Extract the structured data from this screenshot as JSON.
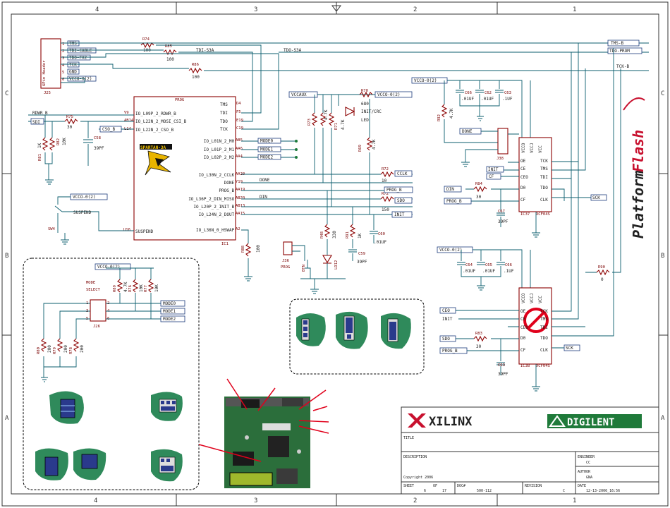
{
  "border": {
    "cols_top": [
      "4",
      "3",
      "2",
      "1"
    ],
    "cols_bottom": [
      "4",
      "3",
      "2",
      "1"
    ],
    "rows_left": [
      "C",
      "B",
      "A"
    ],
    "rows_right": [
      "C",
      "B",
      "A"
    ]
  },
  "j25": {
    "ref": "J25",
    "type": "6Pin Header",
    "pins": [
      "1",
      "2",
      "3",
      "4",
      "5",
      "6"
    ],
    "nets": [
      "TMS",
      "TDI-CABLE",
      "TDO-FX2",
      "TCK",
      "GND",
      "VCCO-0(2)"
    ]
  },
  "resistors_top": [
    {
      "ref": "R74",
      "val": "100"
    },
    {
      "ref": "R85",
      "val": "100"
    },
    {
      "ref": "R86",
      "val": "100"
    }
  ],
  "top_nets": {
    "tdi_s3a": "TDI-S3A",
    "tdo_s3a": "TDO-S3A"
  },
  "right_nets": [
    "TMS-B",
    "TDO-PROM",
    "TCK-B"
  ],
  "prog_ic": {
    "title": "PROG",
    "right_pins": [
      "TMS",
      "TDI",
      "TDO",
      "TCK"
    ],
    "right_nums": [
      "D4",
      "F5",
      "E19",
      "C19"
    ],
    "left_pins": [
      "IO_L09P_2_RDWR_B",
      "IO_L22N_2_MOSI_CSI_B",
      "IO_L22N_2_CSO_B"
    ],
    "left_nums": [
      "V9",
      "AB14",
      "L14"
    ],
    "io_pins": [
      "IO_L01N_2_M0",
      "IO_L01P_2_M1",
      "IO_L02P_2_M2",
      "IO_L30N_2_CCLK",
      "DONE",
      "PROG_B",
      "IO_L36P_2_DIN_MISO",
      "IO_L20P_2_INIT_B",
      "IO_L24N_2_DOUT",
      "IO_L36N_0_HSWAP"
    ],
    "io_nums": [
      "AB5",
      "AA6",
      "AA4",
      "AA20",
      "Y19",
      "AA19",
      "AB20",
      "AB13",
      "AA15",
      "A2"
    ],
    "suspend": "SUSPEND",
    "suspend_num": "U16",
    "ic_ref": "IC1",
    "logo": "SPARTAN-3A"
  },
  "left_section": {
    "rdwr_b": "RDWR_B",
    "sdi": "SDI",
    "r75": "R75",
    "r75v": "30",
    "r81": "R81",
    "r82": "R82",
    "r81v": "1K",
    "r82v": "10K",
    "c58": "C58",
    "c58v": "39PF",
    "cso_b": "CSO_B",
    "vcco02": "VCCO-0(2)",
    "suspend": "SUSPEND",
    "sw": "SW4"
  },
  "mode_section": {
    "vcco": "VCCO-0(2)",
    "title1": "MODE",
    "title2": "SELECT",
    "jumper": "J26",
    "modes": [
      "MODE0",
      "MODE1",
      "MODE2"
    ],
    "r_top": [
      "R89",
      "R76",
      "R77"
    ],
    "r_top_v": [
      "4.7K",
      "10K",
      "10K"
    ],
    "r_bot": [
      "R80",
      "R79",
      "R78"
    ],
    "r_bot_v": [
      "200",
      "200",
      "200"
    ]
  },
  "mid_section": {
    "vccaux": "VCCAUX",
    "vcco02": "VCCO-0(2)",
    "r70": "R70",
    "r70v": "680",
    "init_crc": "INIT/CRC",
    "led": "LED",
    "r73": "R73",
    "r73v": "4.7K",
    "r71": "R71",
    "r71v": "4.7K",
    "r69": "R69",
    "r69v": "4.7K",
    "r72": "R72",
    "r72v": "10",
    "r72b": "R72",
    "r72bv": "150",
    "cclk": "CCLK",
    "done": "DONE",
    "prog_b": "PROG_B",
    "din": "DIN",
    "sdo": "SDO",
    "init": "INIT",
    "r88": "R88",
    "r88v": "100",
    "r48": "R48",
    "r48v": "330",
    "r91": "R91",
    "r91v": "1K",
    "c60": "C60",
    "c60v": ".01UF",
    "c59": "C59",
    "c59v": "39PF",
    "ld12": "LD12",
    "j36": "J36",
    "prog": "PROG",
    "btn": "BTN"
  },
  "xcf_top": {
    "vcco": "VCCO-0(2)",
    "caps": [
      "C66",
      "C62",
      "C63"
    ],
    "cap_vals": [
      ".01UF",
      ".01UF",
      ".1UF"
    ],
    "r92": "R92",
    "r92v": "4.7K",
    "done": "DONE",
    "j38": "J38",
    "pins_left": [
      "OE",
      "CE",
      "CEO",
      "D0",
      "CF"
    ],
    "pins_right": [
      "TCK",
      "TMS",
      "TDI",
      "TDO",
      "CLK"
    ],
    "pins_top": [
      "VCCO",
      "VCCJ",
      "VCC"
    ],
    "ref": "IC37",
    "part": "XCF04S",
    "init": "INIT",
    "cf": "CF",
    "din": "DIN",
    "prog_b": "PROG_B",
    "r84": "R84",
    "r84v": "30",
    "c67": "C67",
    "c67v": "39PF",
    "sck": "SCK"
  },
  "xcf_bot": {
    "vcco": "VCCO-0(2)",
    "caps": [
      "C64",
      "C65",
      "C66"
    ],
    "cap_vals": [
      ".01UF",
      ".01UF",
      ".1UF"
    ],
    "ceo": "CEO",
    "init": "INIT",
    "sdo": "SDO",
    "prog_b": "PROG_B",
    "r83": "R83",
    "r83v": "30",
    "r90": "R90",
    "r90v": "0",
    "c63": "C63",
    "c63v": "39PF",
    "ref": "IC38",
    "part": "XCF04S",
    "sck": "SCK"
  },
  "platform_flash": {
    "word1": "Platform",
    "word2": "Flash"
  },
  "title_block": {
    "xilinx": "XILINX",
    "digilent": "DIGILENT",
    "title_label": "TITLE",
    "description_label": "DESCRIPTION",
    "copyright": "Copyright 2006",
    "sheet_label": "SHEET",
    "sheet_value": "6",
    "of_label": "OF",
    "of_value": "17",
    "doc_label": "DOC#",
    "doc_value": "500-112",
    "revision_label": "REVISION",
    "revision_value": "C",
    "engineer_label": "ENGINEER",
    "engineer_value": "CC",
    "author_label": "AUTHOR",
    "author_value": "GNA",
    "date_label": "DATE",
    "date_value": "12-13-2006_16:56"
  }
}
